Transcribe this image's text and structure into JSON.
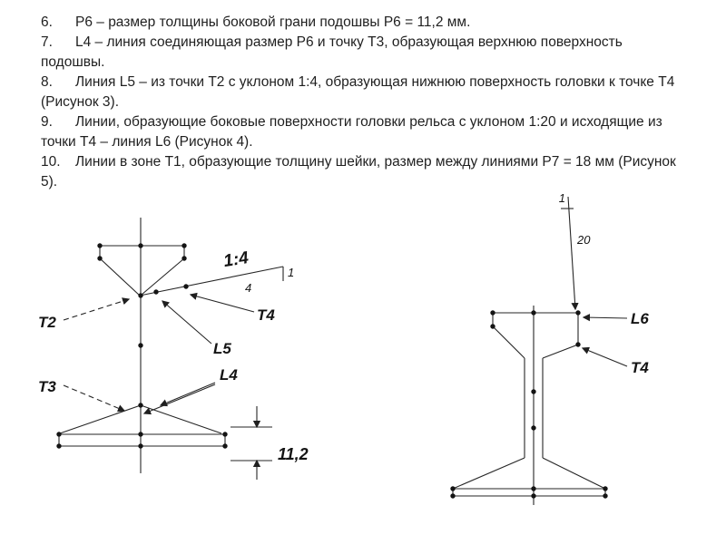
{
  "instructions": {
    "items": [
      {
        "number": "6.",
        "text": "Р6 – размер толщины боковой грани подошвы Р6 = 11,2 мм."
      },
      {
        "number": "7.",
        "text": "L4 – линия соединяющая размер Р6 и точку Т3, образующая верхнюю поверхность подошвы."
      },
      {
        "number": "8.",
        "text": "Линия L5 – из точки Т2 с уклоном 1:4, образующая нижнюю поверхность головки к точке Т4 (Рисунок 3)."
      },
      {
        "number": "9.",
        "text": "Линии, образующие боковые поверхности головки рельса с уклоном 1:20 и исходящие из точки Т4 – линия L6 (Рисунок 4)."
      },
      {
        "number": "10.",
        "text": "Линии в зоне Т1, образующие толщину шейки, размер между линиями Р7 = 18 мм (Рисунок 5)."
      }
    ]
  },
  "figure3": {
    "slope_label": "1:4",
    "slope_rise": "1",
    "slope_run": "4",
    "label_t2": "Т2",
    "label_t4": "Т4",
    "label_l5": "L5",
    "label_l4": "L4",
    "label_t3": "Т3",
    "dimension": "11,2"
  },
  "figure4": {
    "slope_rise": "1",
    "slope_run": "20",
    "label_l6": "L6",
    "label_t4": "Т4"
  },
  "colors": {
    "ink": "#1f1f1f",
    "line": "#262626",
    "background": "#ffffff"
  }
}
